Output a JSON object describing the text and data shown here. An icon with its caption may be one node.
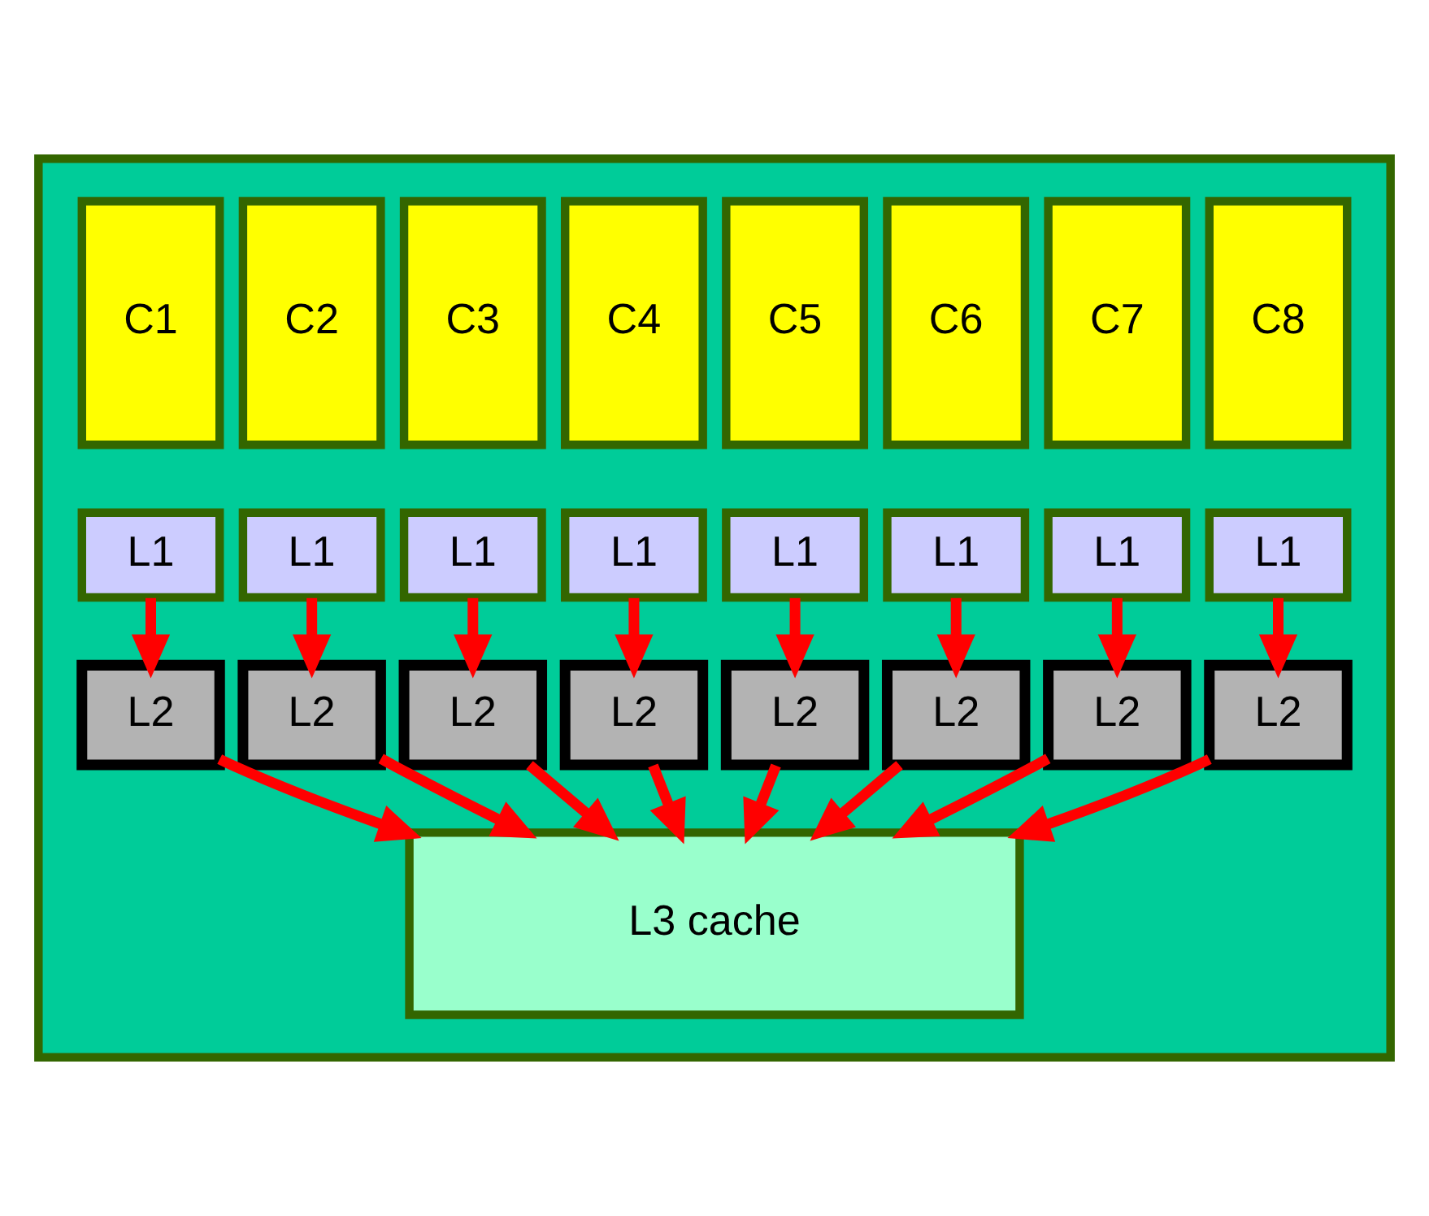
{
  "diagram": {
    "nodes": [
      {
        "text": [],
        "shape": "box"
      },
      {
        "text": [
          "C1"
        ],
        "in": 0
      },
      {
        "text": [
          "C2"
        ],
        "in": 0
      },
      {
        "text": [
          "C3"
        ],
        "in": 0
      },
      {
        "text": [
          "C4"
        ],
        "in": 0
      },
      {
        "text": [
          "C5"
        ],
        "in": 0
      },
      {
        "text": [
          "C6"
        ],
        "in": 0
      },
      {
        "text": [
          "C7"
        ],
        "in": 0
      },
      {
        "text": [
          "C8"
        ],
        "in": 0
      },
      {
        "text": [
          "L1"
        ],
        "in": 0
      },
      {
        "text": [
          "L1"
        ],
        "in": 0
      },
      {
        "text": [
          "L1"
        ],
        "in": 0
      },
      {
        "text": [
          "L1"
        ],
        "in": 0
      },
      {
        "text": [
          "L1"
        ],
        "in": 0
      },
      {
        "text": [
          "L1"
        ],
        "in": 0
      },
      {
        "text": [
          "L1"
        ],
        "in": 0
      },
      {
        "text": [
          "L1"
        ],
        "in": 0
      },
      {
        "text": [
          "L2"
        ],
        "in": 0
      },
      {
        "text": [
          "L2"
        ],
        "in": 0
      },
      {
        "text": [
          "L2"
        ],
        "in": 0
      },
      {
        "text": [
          "L2"
        ],
        "in": 0
      },
      {
        "text": [
          "L2"
        ],
        "in": 0
      },
      {
        "text": [
          "L2"
        ],
        "in": 0
      },
      {
        "text": [
          "L2"
        ],
        "in": 0
      },
      {
        "text": [
          "L2"
        ],
        "in": 0
      },
      {
        "text": [
          "L3 cache"
        ],
        "in": 0
      }
    ],
    "edges": [
      {
        "from": 9,
        "to": 17,
        "arrow": "to"
      },
      {
        "from": 10,
        "to": 18,
        "arrow": "to"
      },
      {
        "from": 11,
        "to": 19,
        "arrow": "to"
      },
      {
        "from": 12,
        "to": 20,
        "arrow": "to"
      },
      {
        "from": 13,
        "to": 21,
        "arrow": "to"
      },
      {
        "from": 14,
        "to": 22,
        "arrow": "to"
      },
      {
        "from": 15,
        "to": 23,
        "arrow": "to"
      },
      {
        "from": 16,
        "to": 24,
        "arrow": "to"
      },
      {
        "from": 17,
        "to": 25,
        "arrow": "to"
      },
      {
        "from": 18,
        "to": 25,
        "arrow": "to"
      },
      {
        "from": 19,
        "to": 25,
        "arrow": "to"
      },
      {
        "from": 20,
        "to": 25,
        "arrow": "to"
      },
      {
        "from": 21,
        "to": 25,
        "arrow": "to"
      },
      {
        "from": 22,
        "to": 25,
        "arrow": "to"
      },
      {
        "from": 23,
        "to": 25,
        "arrow": "to"
      },
      {
        "from": 24,
        "to": 25,
        "arrow": "to"
      }
    ]
  }
}
